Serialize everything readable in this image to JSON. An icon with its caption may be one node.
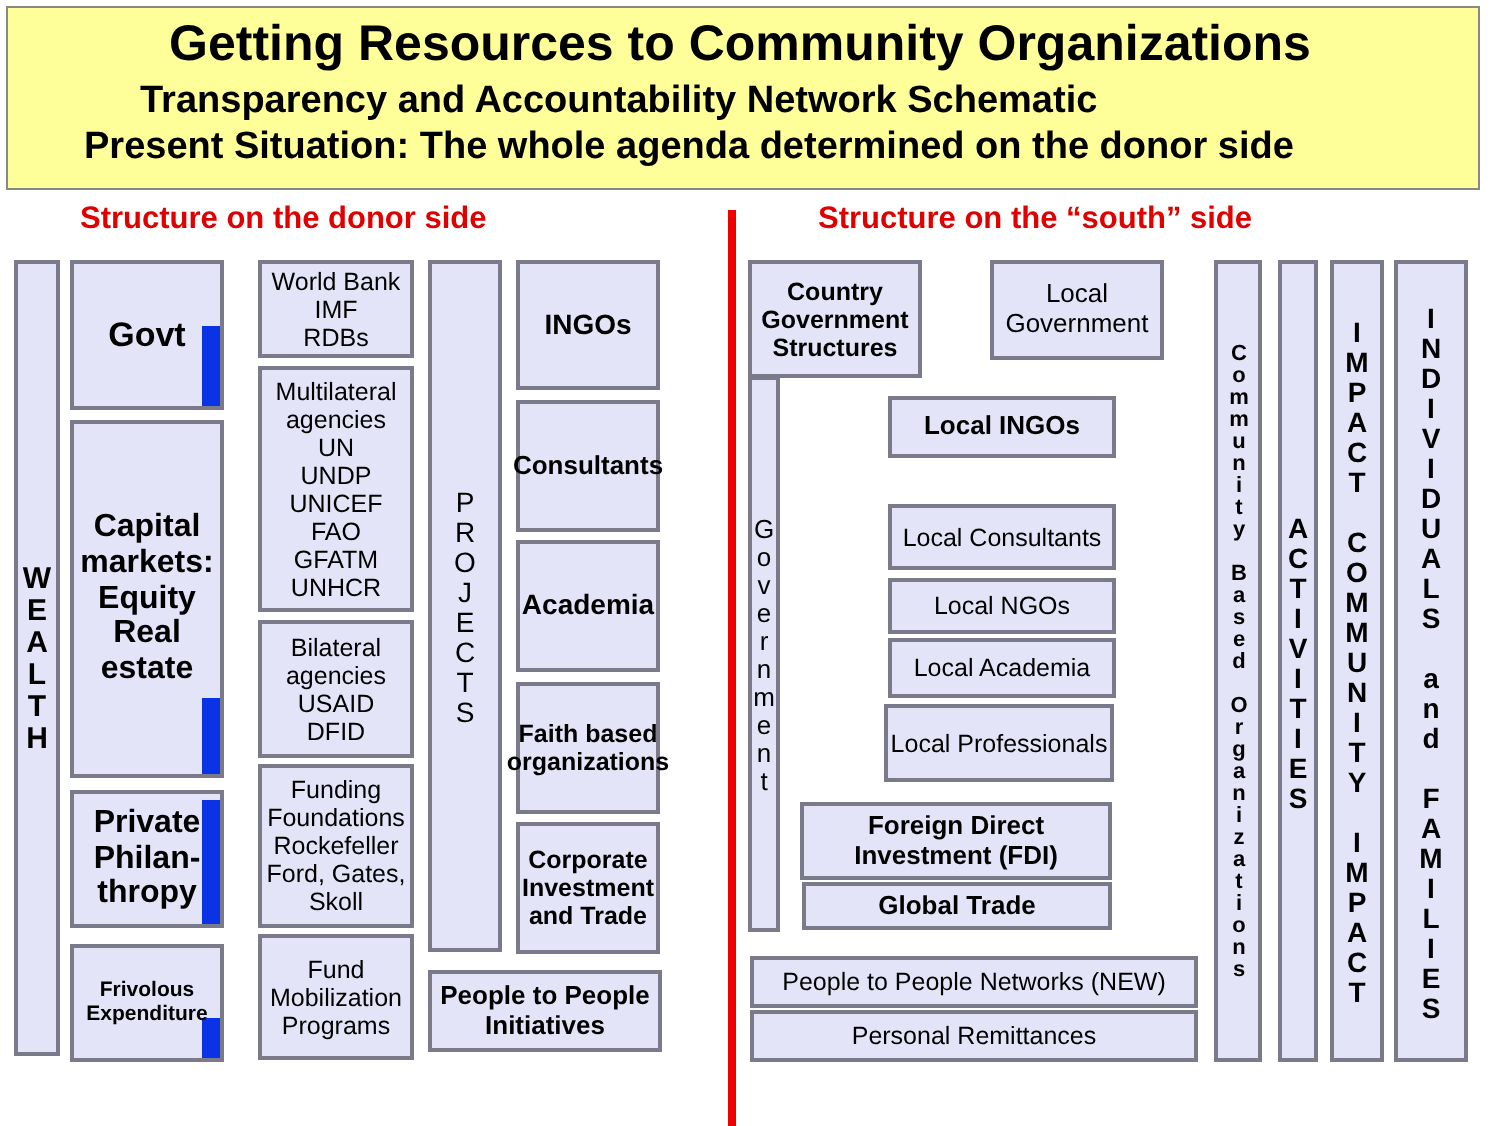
{
  "diagram": {
    "title": "Getting Resources to Community Organizations",
    "labels": [
      "Transparency and Accountability Network Schematic",
      "Present Situation: The whole agenda determined on the donor side",
      "Structure on the donor side",
      "Structure on the “south” side"
    ],
    "nodes": [
      {
        "text": [
          "WEALTH"
        ]
      },
      {
        "text": [
          "Govt"
        ]
      },
      {
        "text": [
          "Capital markets: Equity Real estate"
        ]
      },
      {
        "text": [
          "Private Philan-thropy"
        ]
      },
      {
        "text": [
          "Frivolous Expenditure"
        ]
      },
      {
        "text": [
          "World Bank",
          "IMF",
          "RDBs"
        ]
      },
      {
        "text": [
          "Multilateral agencies",
          "UN",
          "UNDP",
          "UNICEF",
          "FAO",
          "GFATM",
          "UNHCR"
        ]
      },
      {
        "text": [
          "Bilateral agencies",
          "USAID",
          "DFID"
        ]
      },
      {
        "text": [
          "Funding Foundations",
          "Rockefeller",
          "Ford, Gates, Skoll"
        ]
      },
      {
        "text": [
          "Fund Mobilization Programs"
        ]
      },
      {
        "text": [
          "PROJECTS"
        ]
      },
      {
        "text": [
          "INGOs"
        ]
      },
      {
        "text": [
          "Consultants"
        ]
      },
      {
        "text": [
          "Academia"
        ]
      },
      {
        "text": [
          "Faith based organizations"
        ]
      },
      {
        "text": [
          "Corporate Investment and Trade"
        ]
      },
      {
        "text": [
          "People to People Initiatives"
        ]
      },
      {
        "text": [
          "Country Government Structures"
        ]
      },
      {
        "text": [
          "Government"
        ]
      },
      {
        "text": [
          "Local Government"
        ]
      },
      {
        "text": [
          "Local  INGOs"
        ]
      },
      {
        "text": [
          "Local Consultants"
        ]
      },
      {
        "text": [
          "Local NGOs"
        ]
      },
      {
        "text": [
          "Local Academia"
        ]
      },
      {
        "text": [
          "Local Professionals"
        ]
      },
      {
        "text": [
          "Foreign Direct Investment (FDI)"
        ]
      },
      {
        "text": [
          "Global Trade"
        ]
      },
      {
        "text": [
          "People to People Networks (NEW)"
        ]
      },
      {
        "text": [
          "Personal Remittances"
        ]
      },
      {
        "text": [
          "Community Based Organizations"
        ]
      },
      {
        "text": [
          "ACTIVITIES"
        ]
      },
      {
        "text": [
          "IMPACT COMMUNITY IMPACT"
        ]
      },
      {
        "text": [
          "INDIVIDUALS and FAMILIES"
        ]
      }
    ],
    "edges": []
  }
}
